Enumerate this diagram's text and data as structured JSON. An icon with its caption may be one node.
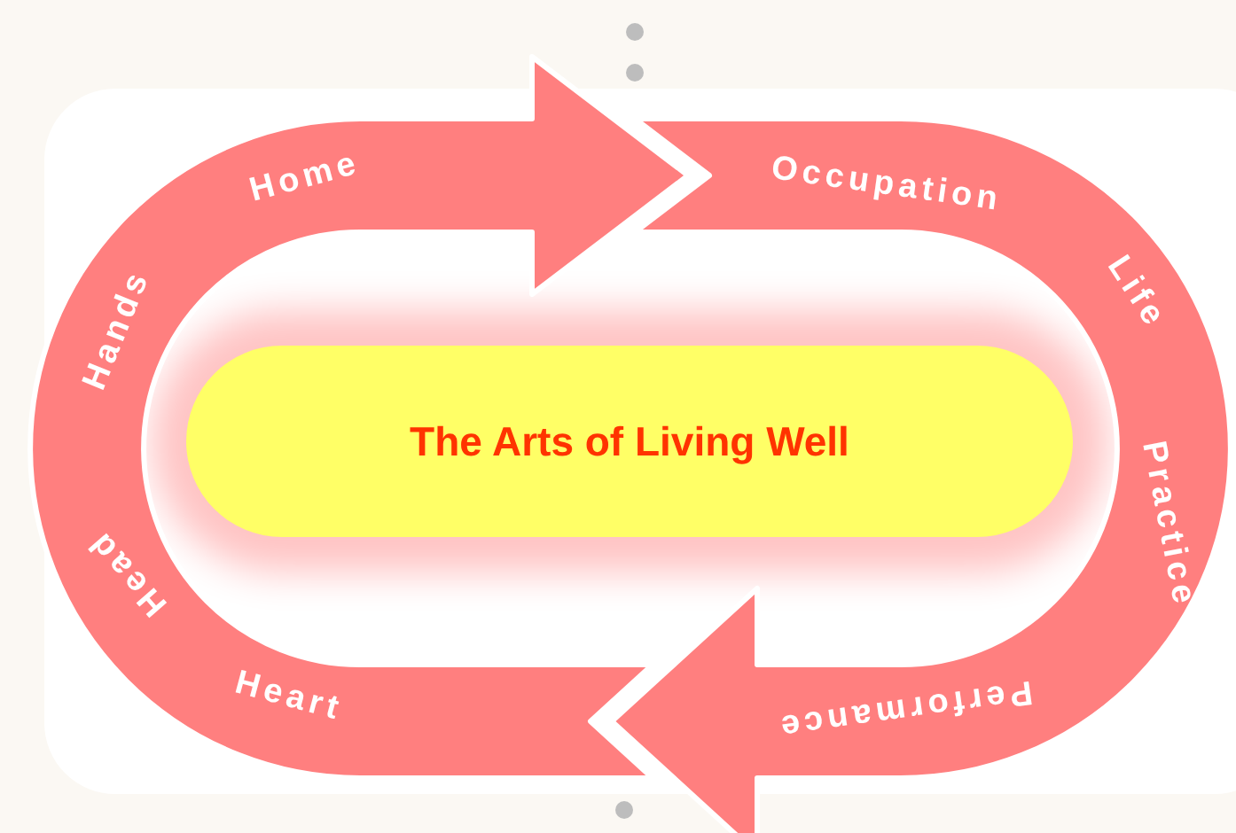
{
  "diagram": {
    "nodes": [
      {
        "text": [
          "Heart",
          "Head",
          "Hands",
          "Home"
        ]
      },
      {
        "text": [
          "Occupation",
          "Life",
          "Practice",
          "Performance"
        ]
      },
      {
        "text": [
          "The Arts of Living Well"
        ]
      }
    ]
  }
}
